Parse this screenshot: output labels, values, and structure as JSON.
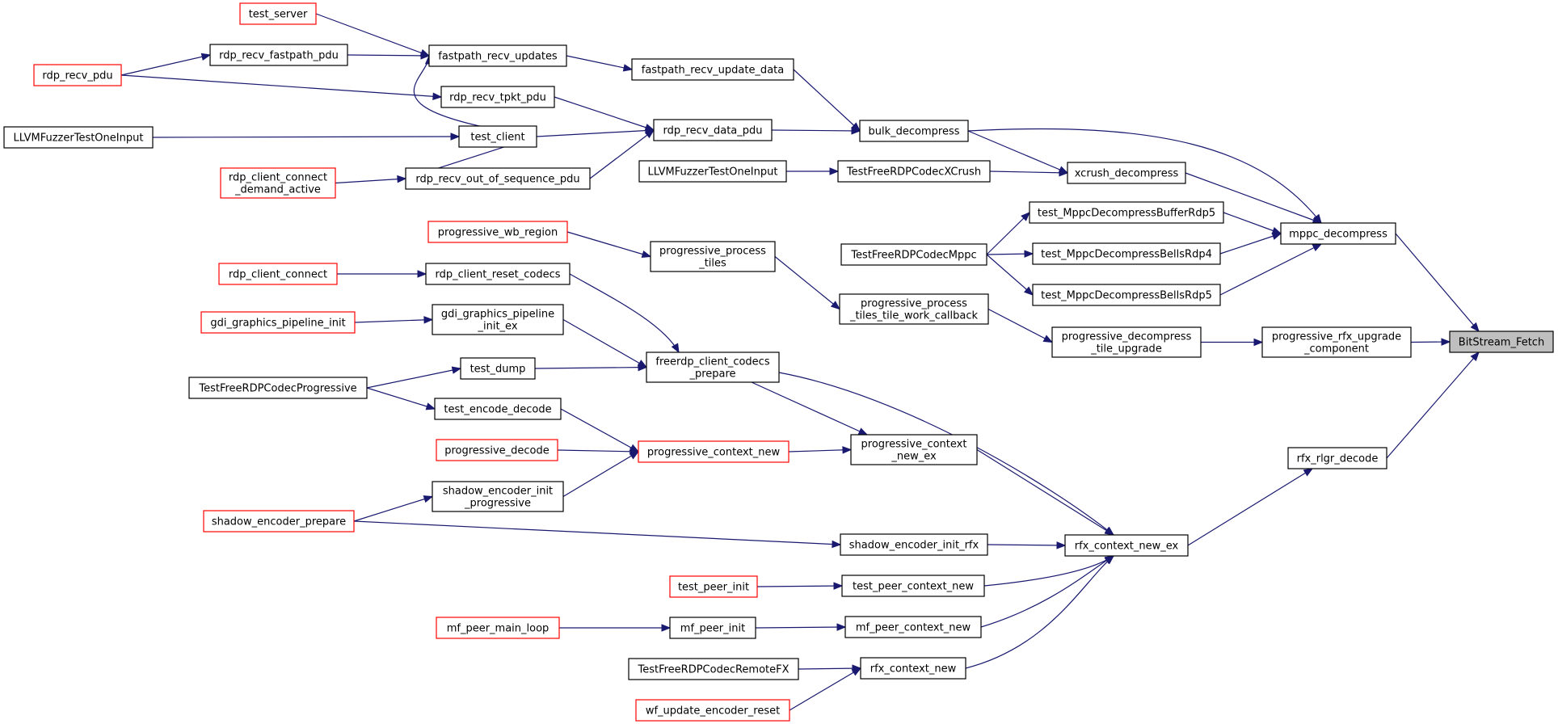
{
  "colors": {
    "edge": "#191970",
    "node_border": "#000000",
    "truncated_node_border": "#ff0000",
    "target_fill": "#bfbfbf",
    "background": "#ffffff"
  },
  "nodes": [
    {
      "id": "bitstream_fetch",
      "lines": [
        "BitStream_Fetch"
      ],
      "style": "target"
    },
    {
      "id": "progressive_rfx_upgrade_component",
      "lines": [
        "progressive_rfx_upgrade",
        "_component"
      ],
      "style": "normal"
    },
    {
      "id": "rfx_rlgr_decode",
      "lines": [
        "rfx_rlgr_decode"
      ],
      "style": "normal"
    },
    {
      "id": "mppc_decompress",
      "lines": [
        "mppc_decompress"
      ],
      "style": "normal"
    },
    {
      "id": "progressive_decompress_tile_upgrade",
      "lines": [
        "progressive_decompress",
        "_tile_upgrade"
      ],
      "style": "normal"
    },
    {
      "id": "rfx_context_new_ex",
      "lines": [
        "rfx_context_new_ex"
      ],
      "style": "normal"
    },
    {
      "id": "xcrush_decompress",
      "lines": [
        "xcrush_decompress"
      ],
      "style": "normal"
    },
    {
      "id": "test_mppcdecompressbufferrdp5",
      "lines": [
        "test_MppcDecompressBufferRdp5"
      ],
      "style": "normal"
    },
    {
      "id": "test_mppcdecompressbellsrdp4",
      "lines": [
        "test_MppcDecompressBellsRdp4"
      ],
      "style": "normal"
    },
    {
      "id": "test_mppcdecompressbellsrdp5",
      "lines": [
        "test_MppcDecompressBellsRdp5"
      ],
      "style": "normal"
    },
    {
      "id": "bulk_decompress",
      "lines": [
        "bulk_decompress"
      ],
      "style": "normal"
    },
    {
      "id": "testfreerdpcodecxcrush",
      "lines": [
        "TestFreeRDPCodecXCrush"
      ],
      "style": "normal"
    },
    {
      "id": "testfreerdpcodecmppc",
      "lines": [
        "TestFreeRDPCodecMppc"
      ],
      "style": "normal"
    },
    {
      "id": "progressive_process_tiles_tile_work_callback",
      "lines": [
        "progressive_process",
        "_tiles_tile_work_callback"
      ],
      "style": "normal"
    },
    {
      "id": "progressive_context_new_ex",
      "lines": [
        "progressive_context",
        "_new_ex"
      ],
      "style": "normal"
    },
    {
      "id": "shadow_encoder_init_rfx",
      "lines": [
        "shadow_encoder_init_rfx"
      ],
      "style": "normal"
    },
    {
      "id": "test_peer_context_new",
      "lines": [
        "test_peer_context_new"
      ],
      "style": "normal"
    },
    {
      "id": "mf_peer_context_new",
      "lines": [
        "mf_peer_context_new"
      ],
      "style": "normal"
    },
    {
      "id": "rfx_context_new",
      "lines": [
        "rfx_context_new"
      ],
      "style": "normal"
    },
    {
      "id": "freerdp_client_codecs_prepare",
      "lines": [
        "freerdp_client_codecs",
        "_prepare"
      ],
      "style": "normal"
    },
    {
      "id": "fastpath_recv_update_data",
      "lines": [
        "fastpath_recv_update_data"
      ],
      "style": "normal"
    },
    {
      "id": "rdp_recv_data_pdu",
      "lines": [
        "rdp_recv_data_pdu"
      ],
      "style": "normal"
    },
    {
      "id": "llvmfuzzertestoneinput_2",
      "lines": [
        "LLVMFuzzerTestOneInput"
      ],
      "style": "normal"
    },
    {
      "id": "progressive_process_tiles",
      "lines": [
        "progressive_process",
        "_tiles"
      ],
      "style": "normal"
    },
    {
      "id": "progressive_context_new",
      "lines": [
        "progressive_context_new"
      ],
      "style": "red"
    },
    {
      "id": "shadow_encoder_prepare",
      "lines": [
        "shadow_encoder_prepare"
      ],
      "style": "red"
    },
    {
      "id": "test_peer_init",
      "lines": [
        "test_peer_init"
      ],
      "style": "red"
    },
    {
      "id": "mf_peer_init",
      "lines": [
        "mf_peer_init"
      ],
      "style": "normal"
    },
    {
      "id": "testfreerdpcodecremotefx",
      "lines": [
        "TestFreeRDPCodecRemoteFX"
      ],
      "style": "normal"
    },
    {
      "id": "wf_update_encoder_reset",
      "lines": [
        "wf_update_encoder_reset"
      ],
      "style": "red"
    },
    {
      "id": "rdp_client_reset_codecs",
      "lines": [
        "rdp_client_reset_codecs"
      ],
      "style": "normal"
    },
    {
      "id": "gdi_graphics_pipeline_init_ex",
      "lines": [
        "gdi_graphics_pipeline",
        "_init_ex"
      ],
      "style": "normal"
    },
    {
      "id": "test_dump",
      "lines": [
        "test_dump"
      ],
      "style": "normal"
    },
    {
      "id": "fastpath_recv_updates",
      "lines": [
        "fastpath_recv_updates"
      ],
      "style": "normal"
    },
    {
      "id": "rdp_recv_tpkt_pdu",
      "lines": [
        "rdp_recv_tpkt_pdu"
      ],
      "style": "normal"
    },
    {
      "id": "test_client",
      "lines": [
        "test_client"
      ],
      "style": "normal"
    },
    {
      "id": "rdp_recv_out_of_sequence_pdu",
      "lines": [
        "rdp_recv_out_of_sequence_pdu"
      ],
      "style": "normal"
    },
    {
      "id": "progressive_wb_region",
      "lines": [
        "progressive_wb_region"
      ],
      "style": "red"
    },
    {
      "id": "test_encode_decode",
      "lines": [
        "test_encode_decode"
      ],
      "style": "normal"
    },
    {
      "id": "progressive_decode",
      "lines": [
        "progressive_decode"
      ],
      "style": "red"
    },
    {
      "id": "shadow_encoder_init_progressive",
      "lines": [
        "shadow_encoder_init",
        "_progressive"
      ],
      "style": "normal"
    },
    {
      "id": "mf_peer_main_loop",
      "lines": [
        "mf_peer_main_loop"
      ],
      "style": "red"
    },
    {
      "id": "rdp_client_connect",
      "lines": [
        "rdp_client_connect"
      ],
      "style": "red"
    },
    {
      "id": "gdi_graphics_pipeline_init",
      "lines": [
        "gdi_graphics_pipeline_init"
      ],
      "style": "red"
    },
    {
      "id": "testfreerdpcodecprogressive",
      "lines": [
        "TestFreeRDPCodecProgressive"
      ],
      "style": "normal"
    },
    {
      "id": "test_server",
      "lines": [
        "test_server"
      ],
      "style": "red"
    },
    {
      "id": "rdp_recv_fastpath_pdu",
      "lines": [
        "rdp_recv_fastpath_pdu"
      ],
      "style": "normal"
    },
    {
      "id": "rdp_client_connect_demand_active",
      "lines": [
        "rdp_client_connect",
        "_demand_active"
      ],
      "style": "red"
    },
    {
      "id": "rdp_recv_pdu",
      "lines": [
        "rdp_recv_pdu"
      ],
      "style": "red"
    },
    {
      "id": "llvmfuzzertestoneinput_1",
      "lines": [
        "LLVMFuzzerTestOneInput"
      ],
      "style": "normal"
    }
  ],
  "edges": [
    {
      "from": "progressive_rfx_upgrade_component",
      "to": "bitstream_fetch"
    },
    {
      "from": "rfx_rlgr_decode",
      "to": "bitstream_fetch"
    },
    {
      "from": "mppc_decompress",
      "to": "bitstream_fetch"
    },
    {
      "from": "progressive_decompress_tile_upgrade",
      "to": "progressive_rfx_upgrade_component"
    },
    {
      "from": "rfx_context_new_ex",
      "to": "rfx_rlgr_decode"
    },
    {
      "from": "xcrush_decompress",
      "to": "mppc_decompress"
    },
    {
      "from": "test_mppcdecompressbufferrdp5",
      "to": "mppc_decompress"
    },
    {
      "from": "test_mppcdecompressbellsrdp4",
      "to": "mppc_decompress"
    },
    {
      "from": "test_mppcdecompressbellsrdp5",
      "to": "mppc_decompress"
    },
    {
      "from": "bulk_decompress",
      "to": "mppc_decompress"
    },
    {
      "from": "bulk_decompress",
      "to": "xcrush_decompress"
    },
    {
      "from": "testfreerdpcodecxcrush",
      "to": "xcrush_decompress"
    },
    {
      "from": "testfreerdpcodecmppc",
      "to": "test_mppcdecompressbufferrdp5"
    },
    {
      "from": "testfreerdpcodecmppc",
      "to": "test_mppcdecompressbellsrdp4"
    },
    {
      "from": "testfreerdpcodecmppc",
      "to": "test_mppcdecompressbellsrdp5"
    },
    {
      "from": "progressive_process_tiles_tile_work_callback",
      "to": "progressive_decompress_tile_upgrade"
    },
    {
      "from": "progressive_context_new_ex",
      "to": "rfx_context_new_ex"
    },
    {
      "from": "shadow_encoder_init_rfx",
      "to": "rfx_context_new_ex"
    },
    {
      "from": "test_peer_context_new",
      "to": "rfx_context_new_ex"
    },
    {
      "from": "mf_peer_context_new",
      "to": "rfx_context_new_ex"
    },
    {
      "from": "rfx_context_new",
      "to": "rfx_context_new_ex"
    },
    {
      "from": "freerdp_client_codecs_prepare",
      "to": "rfx_context_new_ex"
    },
    {
      "from": "fastpath_recv_update_data",
      "to": "bulk_decompress"
    },
    {
      "from": "rdp_recv_data_pdu",
      "to": "bulk_decompress"
    },
    {
      "from": "llvmfuzzertestoneinput_2",
      "to": "testfreerdpcodecxcrush"
    },
    {
      "from": "progressive_process_tiles",
      "to": "progressive_process_tiles_tile_work_callback"
    },
    {
      "from": "progressive_context_new",
      "to": "progressive_context_new_ex"
    },
    {
      "from": "freerdp_client_codecs_prepare",
      "to": "progressive_context_new_ex"
    },
    {
      "from": "shadow_encoder_prepare",
      "to": "shadow_encoder_init_rfx"
    },
    {
      "from": "test_peer_init",
      "to": "test_peer_context_new"
    },
    {
      "from": "mf_peer_init",
      "to": "mf_peer_context_new"
    },
    {
      "from": "testfreerdpcodecremotefx",
      "to": "rfx_context_new"
    },
    {
      "from": "wf_update_encoder_reset",
      "to": "rfx_context_new"
    },
    {
      "from": "rdp_client_reset_codecs",
      "to": "freerdp_client_codecs_prepare"
    },
    {
      "from": "gdi_graphics_pipeline_init_ex",
      "to": "freerdp_client_codecs_prepare"
    },
    {
      "from": "test_dump",
      "to": "freerdp_client_codecs_prepare"
    },
    {
      "from": "fastpath_recv_updates",
      "to": "fastpath_recv_update_data"
    },
    {
      "from": "rdp_recv_tpkt_pdu",
      "to": "rdp_recv_data_pdu"
    },
    {
      "from": "test_client",
      "to": "rdp_recv_data_pdu"
    },
    {
      "from": "rdp_recv_out_of_sequence_pdu",
      "to": "rdp_recv_data_pdu"
    },
    {
      "from": "progressive_wb_region",
      "to": "progressive_process_tiles"
    },
    {
      "from": "test_encode_decode",
      "to": "progressive_context_new"
    },
    {
      "from": "progressive_decode",
      "to": "progressive_context_new"
    },
    {
      "from": "shadow_encoder_init_progressive",
      "to": "progressive_context_new"
    },
    {
      "from": "shadow_encoder_prepare",
      "to": "shadow_encoder_init_progressive"
    },
    {
      "from": "mf_peer_main_loop",
      "to": "mf_peer_init"
    },
    {
      "from": "rdp_client_connect",
      "to": "rdp_client_reset_codecs"
    },
    {
      "from": "gdi_graphics_pipeline_init",
      "to": "gdi_graphics_pipeline_init_ex"
    },
    {
      "from": "testfreerdpcodecprogressive",
      "to": "test_dump"
    },
    {
      "from": "testfreerdpcodecprogressive",
      "to": "test_encode_decode"
    },
    {
      "from": "test_server",
      "to": "fastpath_recv_updates"
    },
    {
      "from": "rdp_recv_fastpath_pdu",
      "to": "fastpath_recv_updates"
    },
    {
      "from": "test_client",
      "to": "fastpath_recv_updates"
    },
    {
      "from": "rdp_recv_pdu",
      "to": "rdp_recv_tpkt_pdu"
    },
    {
      "from": "llvmfuzzertestoneinput_1",
      "to": "test_client"
    },
    {
      "from": "test_client",
      "to": "rdp_recv_out_of_sequence_pdu"
    },
    {
      "from": "rdp_client_connect_demand_active",
      "to": "rdp_recv_out_of_sequence_pdu"
    },
    {
      "from": "rdp_recv_pdu",
      "to": "rdp_recv_fastpath_pdu"
    }
  ]
}
